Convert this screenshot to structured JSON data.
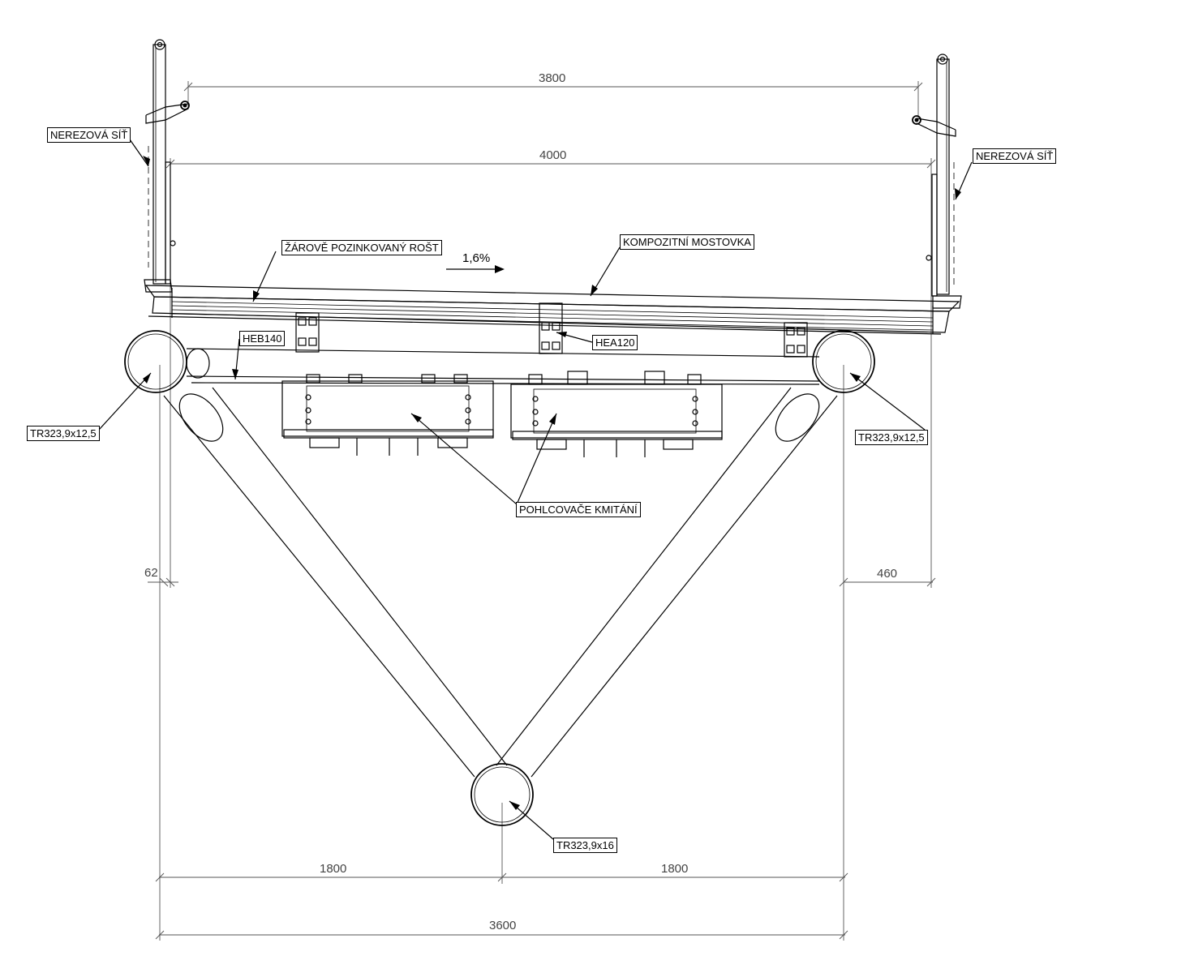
{
  "labels": {
    "net_left": "NEREZOVÁ SÍŤ",
    "net_right": "NEREZOVÁ SÍŤ",
    "grating": "ŽÁROVĚ POZINKOVANÝ ROŠT",
    "deck": "KOMPOZITNÍ MOSTOVKA",
    "heb": "HEB140",
    "hea": "HEA120",
    "tube_left": "TR323,9x12,5",
    "tube_right": "TR323,9x12,5",
    "tube_bottom": "TR323,9x16",
    "dampers": "POHLCOVAČE KMITÁNÍ",
    "slope": "1,6%"
  },
  "dimensions": {
    "top_width": "3800",
    "deck_width": "4000",
    "left_offset": "62",
    "right_offset": "460",
    "half_left": "1800",
    "half_right": "1800",
    "total": "3600"
  }
}
